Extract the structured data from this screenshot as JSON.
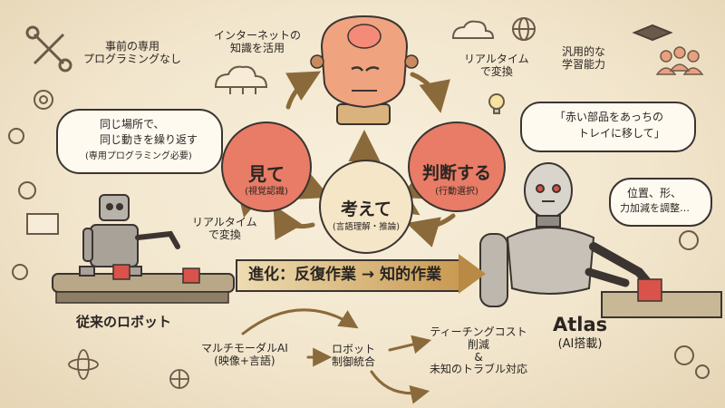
{
  "top_left": {
    "no_programming": [
      "事前の専用",
      "プログラミングなし"
    ],
    "internet": [
      "インターネットの",
      "知識を活用"
    ]
  },
  "top_right": {
    "realtime": [
      "リアルタイム",
      "で変換"
    ],
    "general": [
      "汎用的な",
      "学習能力"
    ]
  },
  "left_callout": {
    "line1": "同じ場所で、",
    "line2": "同じ動きを繰り返す",
    "line3": "(専用プログラミング必要)"
  },
  "cycle": {
    "see": {
      "title": "見て",
      "sub": "(視覚認識)"
    },
    "think": {
      "title": "考えて",
      "sub": "(言語理解・推論)"
    },
    "judge": {
      "title": "判断する",
      "sub": "(行動選択)"
    }
  },
  "mid_left_realtime": [
    "リアルタイム",
    "で変換"
  ],
  "evolution": "進化：反復作業 → 知的作業",
  "old_robot_label": "従来のロボット",
  "atlas": {
    "name": "Atlas",
    "sub": "(AI搭載)"
  },
  "speech": [
    "「赤い部品をあっちの",
    "トレイに移して」"
  ],
  "adjust": [
    "位置、形、",
    "力加減を調整…"
  ],
  "bottom": {
    "multimodal": [
      "マルチモーダルAI",
      "(映像+言語)"
    ],
    "control": [
      "ロボット",
      "制御統合"
    ],
    "benefit": [
      "ティーチングコスト",
      "削減",
      "&",
      "未知のトラブル対応"
    ]
  },
  "colors": {
    "accent_red": "#e87c66",
    "gold": "#c9a05b",
    "ink": "#3b3430",
    "paper": "#f2e6cd"
  }
}
